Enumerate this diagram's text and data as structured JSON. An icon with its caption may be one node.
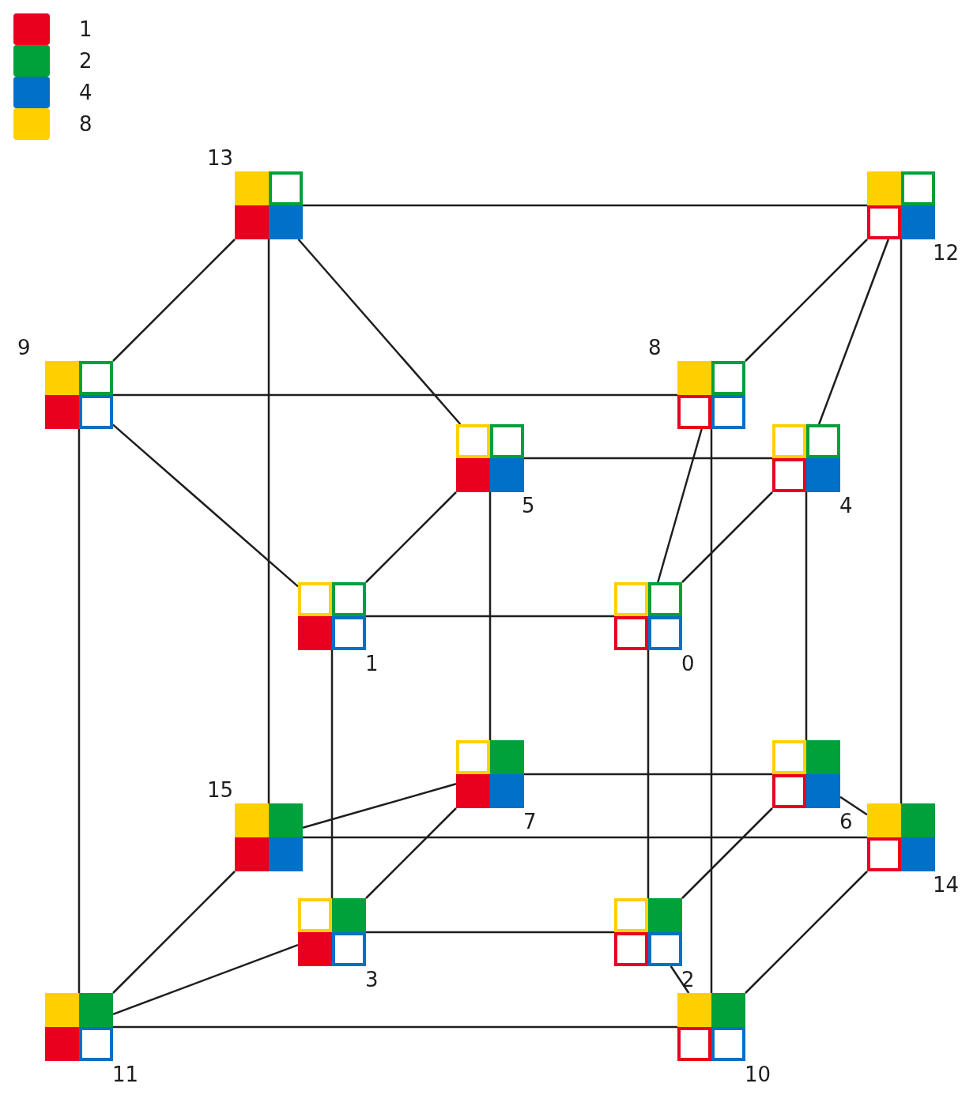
{
  "diagram": {
    "nodes": [
      {
        "text": [],
        "shape": "box",
        "beside": [
          "13"
        ]
      },
      {
        "text": [],
        "shape": "box",
        "beside": [
          "12"
        ]
      },
      {
        "text": [],
        "shape": "box",
        "beside": [
          "9"
        ]
      },
      {
        "text": [],
        "shape": "box",
        "beside": [
          "8"
        ]
      },
      {
        "text": [],
        "shape": "box",
        "beside": [
          "5"
        ]
      },
      {
        "text": [],
        "shape": "box",
        "beside": [
          "4"
        ]
      },
      {
        "text": [],
        "shape": "box",
        "beside": [
          "1"
        ]
      },
      {
        "text": [],
        "shape": "box",
        "beside": [
          "0"
        ]
      },
      {
        "text": [],
        "shape": "box",
        "beside": [
          "7"
        ]
      },
      {
        "text": [],
        "shape": "box",
        "beside": [
          "6"
        ]
      },
      {
        "text": [],
        "shape": "box",
        "beside": [
          "15"
        ]
      },
      {
        "text": [],
        "shape": "box",
        "beside": [
          "14"
        ]
      },
      {
        "text": [],
        "shape": "box",
        "beside": [
          "3"
        ]
      },
      {
        "text": [],
        "shape": "box",
        "beside": [
          "2"
        ]
      },
      {
        "text": [],
        "shape": "box",
        "beside": [
          "11"
        ]
      },
      {
        "text": [],
        "shape": "box",
        "beside": [
          "10"
        ]
      }
    ],
    "edges": [
      {
        "from": 0,
        "to": 1,
        "arrow": "none"
      },
      {
        "from": 0,
        "to": 2,
        "arrow": "none"
      },
      {
        "from": 0,
        "to": 10,
        "arrow": "none"
      },
      {
        "from": 0,
        "to": 4,
        "arrow": "none"
      },
      {
        "from": 1,
        "to": 3,
        "arrow": "none"
      },
      {
        "from": 1,
        "to": 5,
        "arrow": "none"
      },
      {
        "from": 1,
        "to": 11,
        "arrow": "none"
      },
      {
        "from": 2,
        "to": 3,
        "arrow": "none"
      },
      {
        "from": 2,
        "to": 6,
        "arrow": "none"
      },
      {
        "from": 2,
        "to": 14,
        "arrow": "none"
      },
      {
        "from": 3,
        "to": 7,
        "arrow": "none"
      },
      {
        "from": 3,
        "to": 15,
        "arrow": "none"
      },
      {
        "from": 4,
        "to": 5,
        "arrow": "none"
      },
      {
        "from": 4,
        "to": 6,
        "arrow": "none"
      },
      {
        "from": 4,
        "to": 8,
        "arrow": "none"
      },
      {
        "from": 5,
        "to": 7,
        "arrow": "none"
      },
      {
        "from": 5,
        "to": 9,
        "arrow": "none"
      },
      {
        "from": 6,
        "to": 7,
        "arrow": "none"
      },
      {
        "from": 6,
        "to": 12,
        "arrow": "none"
      },
      {
        "from": 7,
        "to": 13,
        "arrow": "none"
      },
      {
        "from": 8,
        "to": 9,
        "arrow": "none"
      },
      {
        "from": 8,
        "to": 10,
        "arrow": "none"
      },
      {
        "from": 8,
        "to": 12,
        "arrow": "none"
      },
      {
        "from": 9,
        "to": 11,
        "arrow": "none"
      },
      {
        "from": 9,
        "to": 13,
        "arrow": "none"
      },
      {
        "from": 10,
        "to": 11,
        "arrow": "none"
      },
      {
        "from": 10,
        "to": 14,
        "arrow": "none"
      },
      {
        "from": 11,
        "to": 15,
        "arrow": "none"
      },
      {
        "from": 12,
        "to": 13,
        "arrow": "none"
      },
      {
        "from": 12,
        "to": 14,
        "arrow": "none"
      },
      {
        "from": 13,
        "to": 15,
        "arrow": "none"
      },
      {
        "from": 14,
        "to": 15,
        "arrow": "none"
      }
    ],
    "legend": [
      {
        "text": "1",
        "color": "#e8001e"
      },
      {
        "text": "2",
        "color": "#00a03a"
      },
      {
        "text": "4",
        "color": "#0070c8"
      },
      {
        "text": "8",
        "color": "#ffd000"
      }
    ]
  }
}
